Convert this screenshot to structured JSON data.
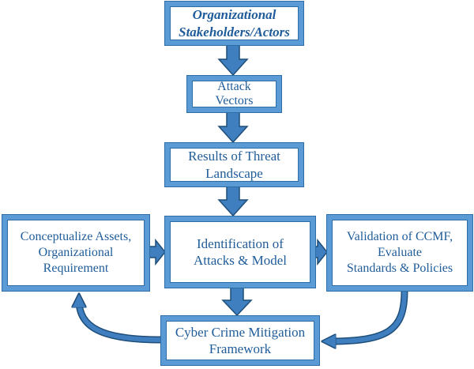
{
  "diagram": {
    "nodes": {
      "stakeholders": "Organizational\nStakeholders/Actors",
      "attack_vectors": "Attack\nVectors",
      "threat_landscape": "Results of Threat\nLandscape",
      "identification": "Identification of\nAttacks & Model",
      "conceptualize": "Conceptualize Assets,\nOrganizational\nRequirement",
      "validation": "Validation of CCMF,\nEvaluate\nStandards & Policies",
      "ccmf": "Cyber Crime Mitigation\nFramework"
    },
    "edges": [
      {
        "from": "stakeholders",
        "to": "attack_vectors"
      },
      {
        "from": "attack_vectors",
        "to": "threat_landscape"
      },
      {
        "from": "threat_landscape",
        "to": "identification"
      },
      {
        "from": "conceptualize",
        "to": "identification"
      },
      {
        "from": "identification",
        "to": "validation"
      },
      {
        "from": "identification",
        "to": "ccmf"
      },
      {
        "from": "validation",
        "to": "ccmf"
      },
      {
        "from": "ccmf",
        "to": "conceptualize"
      }
    ],
    "colors": {
      "box_border": "#5b9bd5",
      "box_outline": "#2e6da4",
      "text": "#1f5c99",
      "arrow_fill": "#3f7fbf",
      "arrow_outline": "#1f4e79"
    }
  }
}
